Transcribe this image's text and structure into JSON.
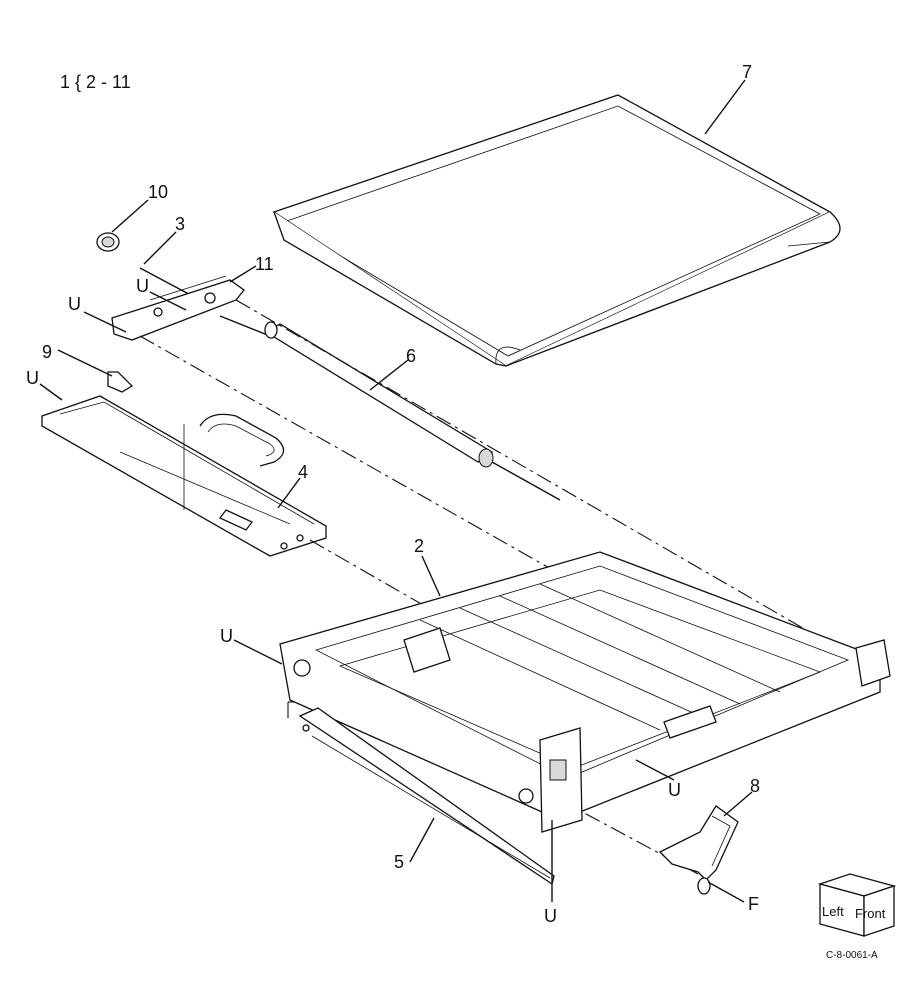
{
  "header": {
    "range_text": "1 { 2 - 11"
  },
  "callouts": {
    "belt": "7",
    "bearing": "10",
    "pin": "3",
    "bracket": "11",
    "roller": "6",
    "guide": "9",
    "sensor_assy": "4",
    "frame": "2",
    "plate": "5",
    "lever": "8",
    "u_label": "U",
    "f_label": "F"
  },
  "orientation_cube": {
    "left_face": "Left",
    "front_face": "Front"
  },
  "figure_id": "C-8-0061-A"
}
